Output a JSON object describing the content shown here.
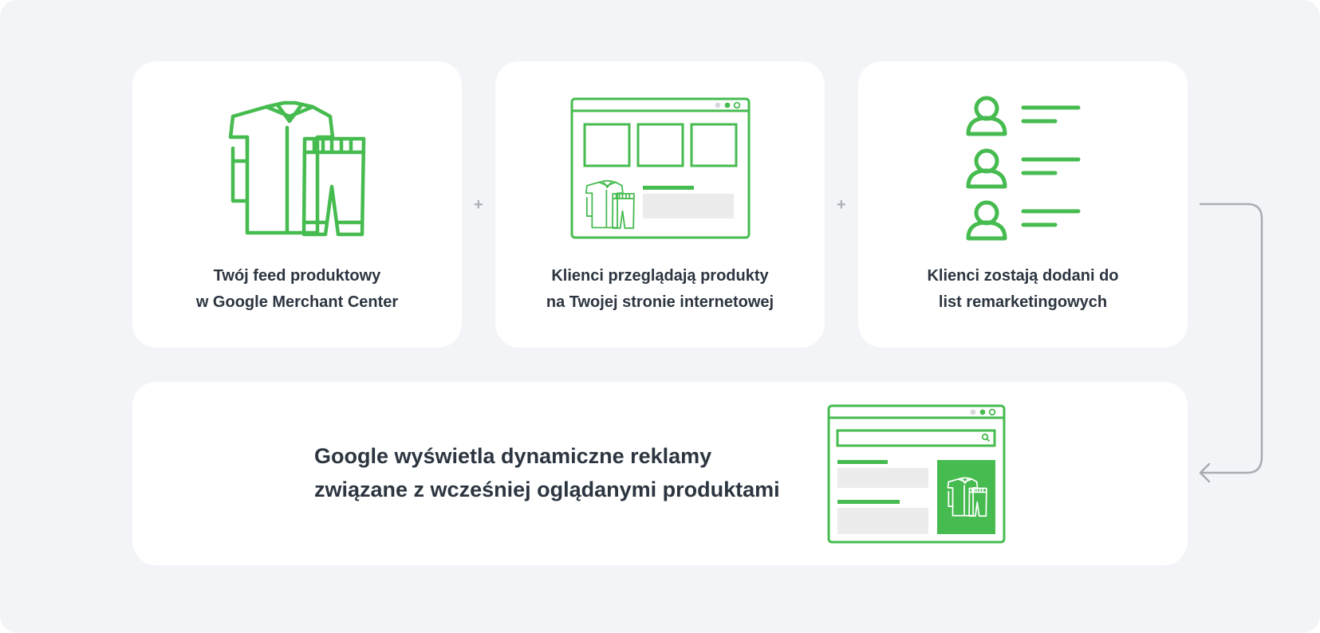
{
  "colors": {
    "accent": "#46bb4f",
    "background": "#f3f4f8",
    "card": "#ffffff",
    "text": "#2c3540",
    "connector": "#a9acb3",
    "placeholder": "#ececec"
  },
  "steps": [
    {
      "line1": "Twój feed produktowy",
      "line2": "w Google Merchant Center",
      "icon": "clothing-icon"
    },
    {
      "line1": "Klienci przeglądają produkty",
      "line2": "na Twojej stronie internetowej",
      "icon": "browser-products-icon"
    },
    {
      "line1": "Klienci zostają dodani do",
      "line2": "list remarketingowych",
      "icon": "user-list-icon"
    }
  ],
  "separators": [
    "+",
    "+"
  ],
  "result": {
    "line1": "Google wyświetla dynamiczne reklamy",
    "line2": "związane z wcześniej oglądanymi produktami",
    "icon": "browser-ad-icon"
  }
}
